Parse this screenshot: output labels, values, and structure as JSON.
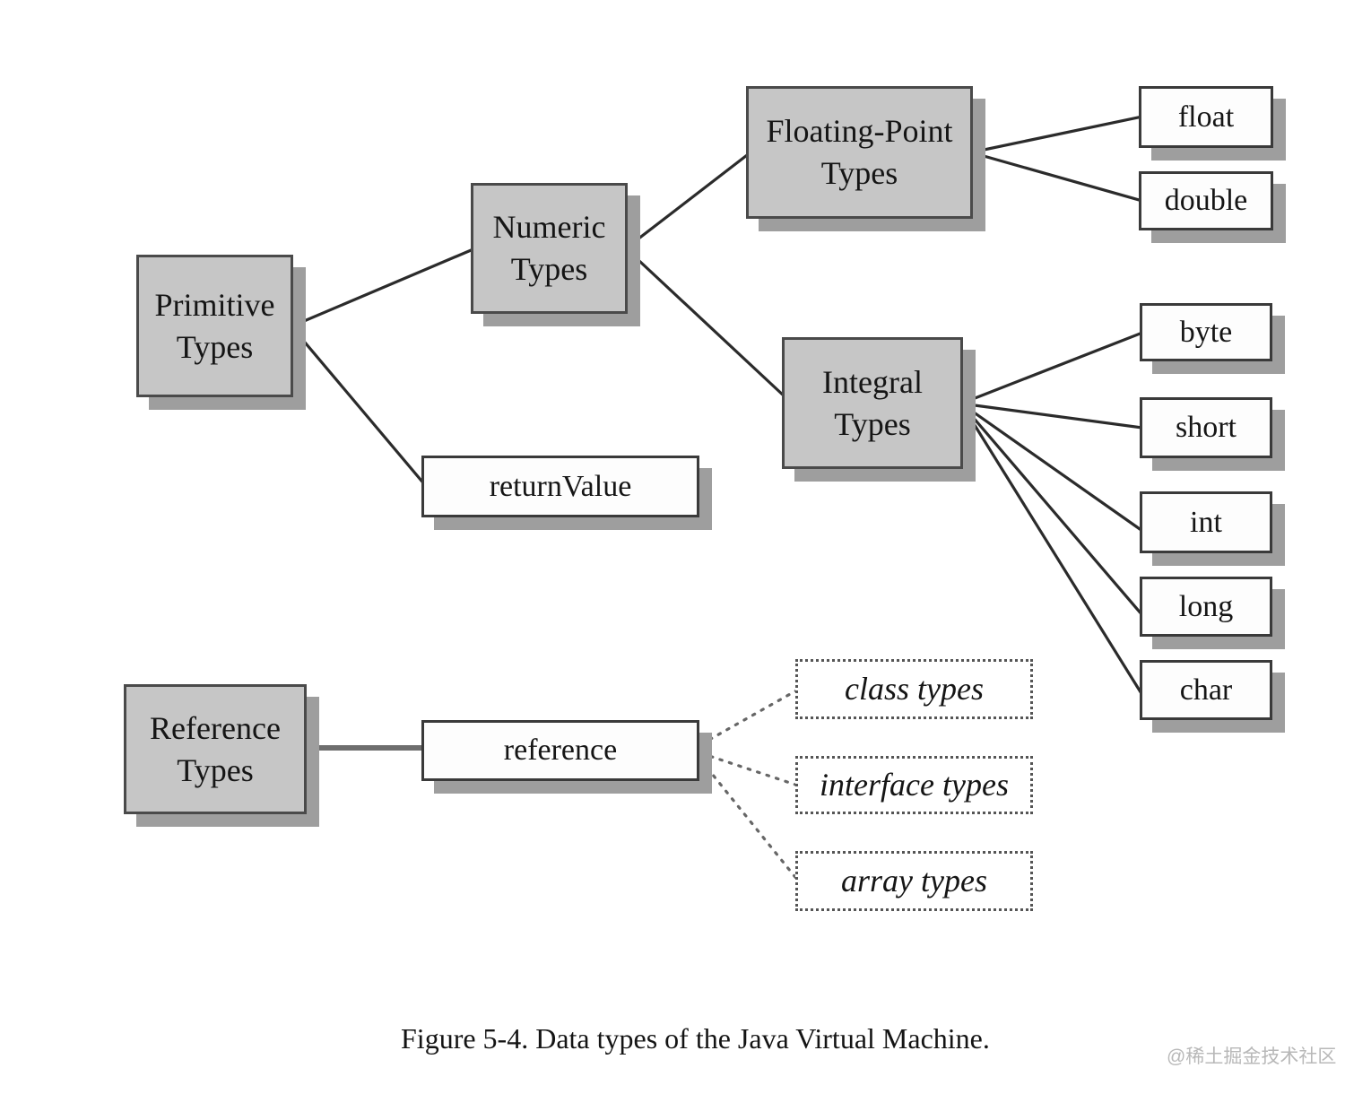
{
  "figure": {
    "caption": "Figure 5-4. Data types of the Java Virtual Machine.",
    "watermark": "@稀土掘金技术社区"
  },
  "colors": {
    "category_box_fill": "#c6c6c6",
    "box_border": "#4a4a4a",
    "box_shadow": "#9e9e9e",
    "edge_line": "#2b2b2b",
    "thick_edge_line": "#6e6e6e",
    "watermark_text": "#b8b8b8"
  },
  "nodes": {
    "primitive_types": {
      "label": "Primitive Types",
      "kind": "category"
    },
    "numeric_types": {
      "label": "Numeric Types",
      "kind": "category"
    },
    "floating_point_types": {
      "label": "Floating-Point Types",
      "kind": "category"
    },
    "integral_types": {
      "label": "Integral Types",
      "kind": "category"
    },
    "reference_types": {
      "label": "Reference Types",
      "kind": "category"
    },
    "return_value": {
      "label": "returnValue",
      "kind": "type"
    },
    "reference": {
      "label": "reference",
      "kind": "type"
    },
    "float": {
      "label": "float",
      "kind": "type"
    },
    "double": {
      "label": "double",
      "kind": "type"
    },
    "byte": {
      "label": "byte",
      "kind": "type"
    },
    "short": {
      "label": "short",
      "kind": "type"
    },
    "int": {
      "label": "int",
      "kind": "type"
    },
    "long": {
      "label": "long",
      "kind": "type"
    },
    "char": {
      "label": "char",
      "kind": "type"
    },
    "class_types": {
      "label": "class types",
      "kind": "abstract"
    },
    "interface_types": {
      "label": "interface types",
      "kind": "abstract"
    },
    "array_types": {
      "label": "array types",
      "kind": "abstract"
    }
  },
  "edges": [
    {
      "from": "Primitive Types",
      "to": "Numeric Types",
      "style": "solid"
    },
    {
      "from": "Primitive Types",
      "to": "returnValue",
      "style": "solid"
    },
    {
      "from": "Numeric Types",
      "to": "Floating-Point Types",
      "style": "solid"
    },
    {
      "from": "Numeric Types",
      "to": "Integral Types",
      "style": "solid"
    },
    {
      "from": "Floating-Point Types",
      "to": "float",
      "style": "solid"
    },
    {
      "from": "Floating-Point Types",
      "to": "double",
      "style": "solid"
    },
    {
      "from": "Integral Types",
      "to": "byte",
      "style": "solid"
    },
    {
      "from": "Integral Types",
      "to": "short",
      "style": "solid"
    },
    {
      "from": "Integral Types",
      "to": "int",
      "style": "solid"
    },
    {
      "from": "Integral Types",
      "to": "long",
      "style": "solid"
    },
    {
      "from": "Integral Types",
      "to": "char",
      "style": "solid"
    },
    {
      "from": "Reference Types",
      "to": "reference",
      "style": "thick"
    },
    {
      "from": "reference",
      "to": "class types",
      "style": "dotted"
    },
    {
      "from": "reference",
      "to": "interface types",
      "style": "dotted"
    },
    {
      "from": "reference",
      "to": "array types",
      "style": "dotted"
    }
  ]
}
